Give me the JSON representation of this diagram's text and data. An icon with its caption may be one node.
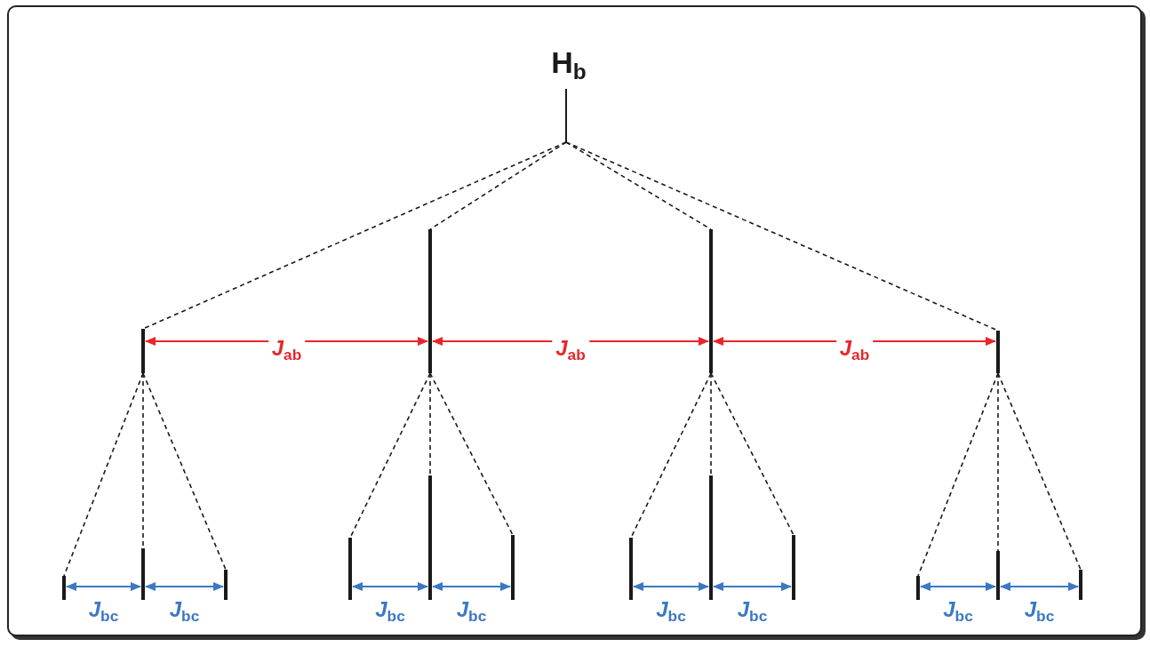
{
  "diagram": {
    "title": "H$_{b}$",
    "nodes": [
      {
        "text": [],
        "shape": "bar"
      },
      {
        "text": [],
        "shape": "bar"
      },
      {
        "text": [],
        "shape": "bar"
      },
      {
        "text": [],
        "shape": "bar"
      },
      {
        "text": [],
        "shape": "bar"
      },
      {
        "text": [],
        "shape": "bar"
      },
      {
        "text": [],
        "shape": "bar"
      },
      {
        "text": [],
        "shape": "bar"
      },
      {
        "text": [],
        "shape": "bar"
      },
      {
        "text": [],
        "shape": "bar"
      },
      {
        "text": [],
        "shape": "bar"
      },
      {
        "text": [],
        "shape": "bar"
      },
      {
        "text": [],
        "shape": "bar"
      },
      {
        "text": [],
        "shape": "bar"
      },
      {
        "text": [],
        "shape": "bar"
      },
      {
        "text": [],
        "shape": "bar"
      },
      {
        "text": [],
        "shape": "bar"
      }
    ],
    "edges": [
      {
        "from": 0,
        "to": 1,
        "arrow": "none",
        "style": "dashed"
      },
      {
        "from": 0,
        "to": 2,
        "arrow": "none",
        "style": "dashed"
      },
      {
        "from": 0,
        "to": 3,
        "arrow": "none",
        "style": "dashed"
      },
      {
        "from": 0,
        "to": 4,
        "arrow": "none",
        "style": "dashed"
      },
      {
        "from": 1,
        "to": 5,
        "arrow": "none",
        "style": "dashed"
      },
      {
        "from": 1,
        "to": 6,
        "arrow": "none",
        "style": "dashed"
      },
      {
        "from": 1,
        "to": 7,
        "arrow": "none",
        "style": "dashed"
      },
      {
        "from": 2,
        "to": 8,
        "arrow": "none",
        "style": "dashed"
      },
      {
        "from": 2,
        "to": 9,
        "arrow": "none",
        "style": "dashed"
      },
      {
        "from": 2,
        "to": 10,
        "arrow": "none",
        "style": "dashed"
      },
      {
        "from": 3,
        "to": 11,
        "arrow": "none",
        "style": "dashed"
      },
      {
        "from": 3,
        "to": 12,
        "arrow": "none",
        "style": "dashed"
      },
      {
        "from": 3,
        "to": 13,
        "arrow": "none",
        "style": "dashed"
      },
      {
        "from": 4,
        "to": 14,
        "arrow": "none",
        "style": "dashed"
      },
      {
        "from": 4,
        "to": 15,
        "arrow": "none",
        "style": "dashed"
      },
      {
        "from": 4,
        "to": 16,
        "arrow": "none",
        "style": "dashed"
      },
      {
        "from": 1,
        "to": 2,
        "arrow": "both",
        "label": "*J*$_{ab}$",
        "color": "#e8262a"
      },
      {
        "from": 2,
        "to": 3,
        "arrow": "both",
        "label": "*J*$_{ab}$",
        "color": "#e8262a"
      },
      {
        "from": 3,
        "to": 4,
        "arrow": "both",
        "label": "*J*$_{ab}$",
        "color": "#e8262a"
      },
      {
        "from": 5,
        "to": 6,
        "arrow": "both",
        "label": "*J*$_{bc}$",
        "color": "#3b78c4"
      },
      {
        "from": 6,
        "to": 7,
        "arrow": "both",
        "label": "*J*$_{bc}$",
        "color": "#3b78c4"
      },
      {
        "from": 8,
        "to": 9,
        "arrow": "both",
        "label": "*J*$_{bc}$",
        "color": "#3b78c4"
      },
      {
        "from": 9,
        "to": 10,
        "arrow": "both",
        "label": "*J*$_{bc}$",
        "color": "#3b78c4"
      },
      {
        "from": 11,
        "to": 12,
        "arrow": "both",
        "label": "*J*$_{bc}$",
        "color": "#3b78c4"
      },
      {
        "from": 12,
        "to": 13,
        "arrow": "both",
        "label": "*J*$_{bc}$",
        "color": "#3b78c4"
      },
      {
        "from": 14,
        "to": 15,
        "arrow": "both",
        "label": "*J*$_{bc}$",
        "color": "#3b78c4"
      },
      {
        "from": 15,
        "to": 16,
        "arrow": "both",
        "label": "*J*$_{bc}$",
        "color": "#3b78c4"
      }
    ]
  }
}
